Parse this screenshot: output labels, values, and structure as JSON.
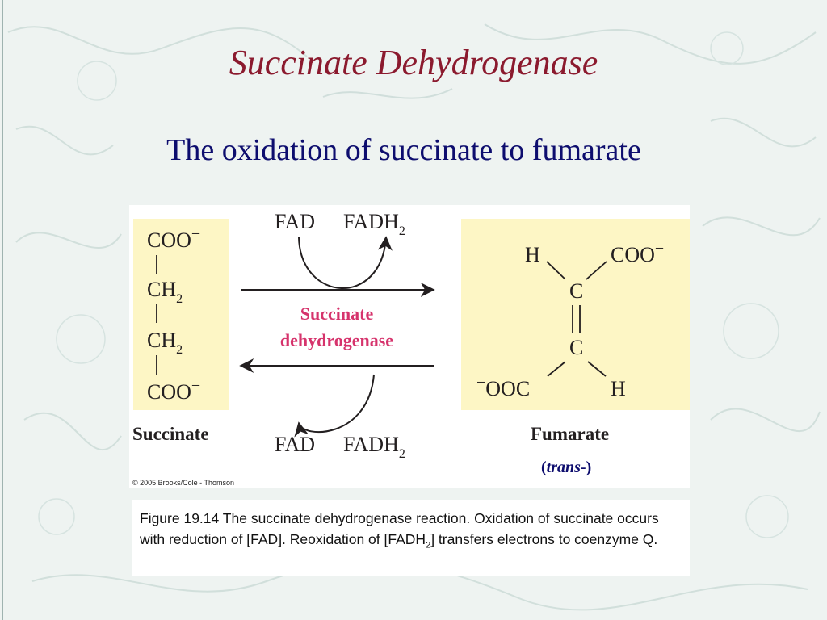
{
  "slide": {
    "title": "Succinate Dehydrogenase",
    "subtitle": "The oxidation of succinate to fumarate"
  },
  "figure": {
    "succinate": {
      "name": "Succinate",
      "groups": [
        "COO",
        "CH",
        "CH",
        "COO"
      ],
      "subscript": "2"
    },
    "fumarate": {
      "name": "Fumarate",
      "h": "H",
      "c": "C",
      "coo": "COO",
      "ooc": "OOC",
      "isomer": "trans",
      "isomer_open": "(",
      "isomer_close": "-)"
    },
    "enzyme": {
      "line1": "Succinate",
      "line2": "dehydrogenase"
    },
    "cofactors": {
      "fad": "FAD",
      "fadh": "FADH",
      "subscript": "2"
    },
    "charge": "−",
    "copyright": "© 2005 Brooks/Cole - Thomson",
    "colors": {
      "molecule_box": "#fdf6c5",
      "enzyme_text": "#d6336c",
      "title": "#8b1a2e",
      "subtitle": "#0d0d6e"
    }
  },
  "caption": {
    "part1": "Figure 19.14  The succinate dehydrogenase reaction. Oxidation of succinate occurs with reduction of [FAD]. Reoxidation of [FADH",
    "sub": "2",
    "part2": "] transfers electrons to coenzyme Q."
  }
}
